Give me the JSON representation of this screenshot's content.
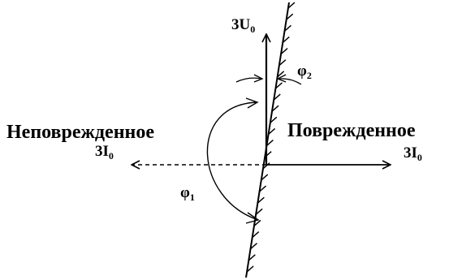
{
  "labels": {
    "voltage": {
      "main": "3U",
      "sub": "0"
    },
    "current_damaged": {
      "main": "3I",
      "sub": "0"
    },
    "current_undamaged": {
      "main": "3I",
      "sub": "0"
    },
    "phi1": {
      "main": "φ",
      "sub": "1"
    },
    "phi2": {
      "main": "φ",
      "sub": "2"
    },
    "region_undamaged": "Неповрежденное",
    "region_damaged": "Поврежденное"
  }
}
